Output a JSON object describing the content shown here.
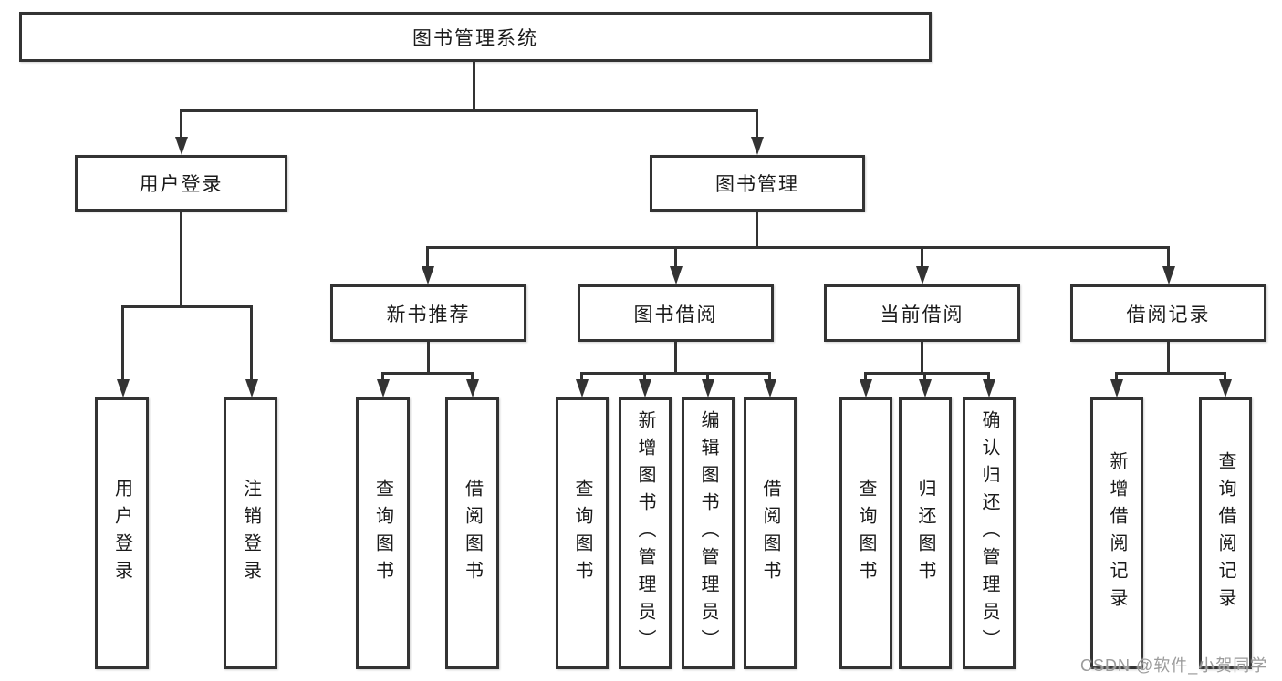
{
  "colors": {
    "line": "#333333",
    "box_border": "#333333",
    "box_background": "#ffffff",
    "text": "#1a1a1a",
    "watermark": "#9b9b9b",
    "background": "#ffffff"
  },
  "nodes": {
    "root": {
      "label": "图书管理系统"
    },
    "level2": [
      {
        "label": "用户登录",
        "parent": "图书管理系统"
      },
      {
        "label": "图书管理",
        "parent": "图书管理系统"
      }
    ],
    "level3": [
      {
        "label": "新书推荐",
        "parent": "图书管理"
      },
      {
        "label": "图书借阅",
        "parent": "图书管理"
      },
      {
        "label": "当前借阅",
        "parent": "图书管理"
      },
      {
        "label": "借阅记录",
        "parent": "图书管理"
      }
    ],
    "leaves": [
      {
        "label": "用户登录",
        "parent": "用户登录"
      },
      {
        "label": "注销登录",
        "parent": "用户登录"
      },
      {
        "label": "查询图书",
        "parent": "新书推荐"
      },
      {
        "label": "借阅图书",
        "parent": "新书推荐"
      },
      {
        "label": "查询图书",
        "parent": "图书借阅"
      },
      {
        "label": "新增图书（管理员）",
        "parent": "图书借阅"
      },
      {
        "label": "编辑图书（管理员）",
        "parent": "图书借阅"
      },
      {
        "label": "借阅图书",
        "parent": "图书借阅"
      },
      {
        "label": "查询图书",
        "parent": "当前借阅"
      },
      {
        "label": "归还图书",
        "parent": "当前借阅"
      },
      {
        "label": "确认归还（管理员）",
        "parent": "当前借阅"
      },
      {
        "label": "新增借阅记录",
        "parent": "借阅记录"
      },
      {
        "label": "查询借阅记录",
        "parent": "借阅记录"
      }
    ]
  },
  "watermark": {
    "text": "CSDN @软件_小贺同学"
  }
}
